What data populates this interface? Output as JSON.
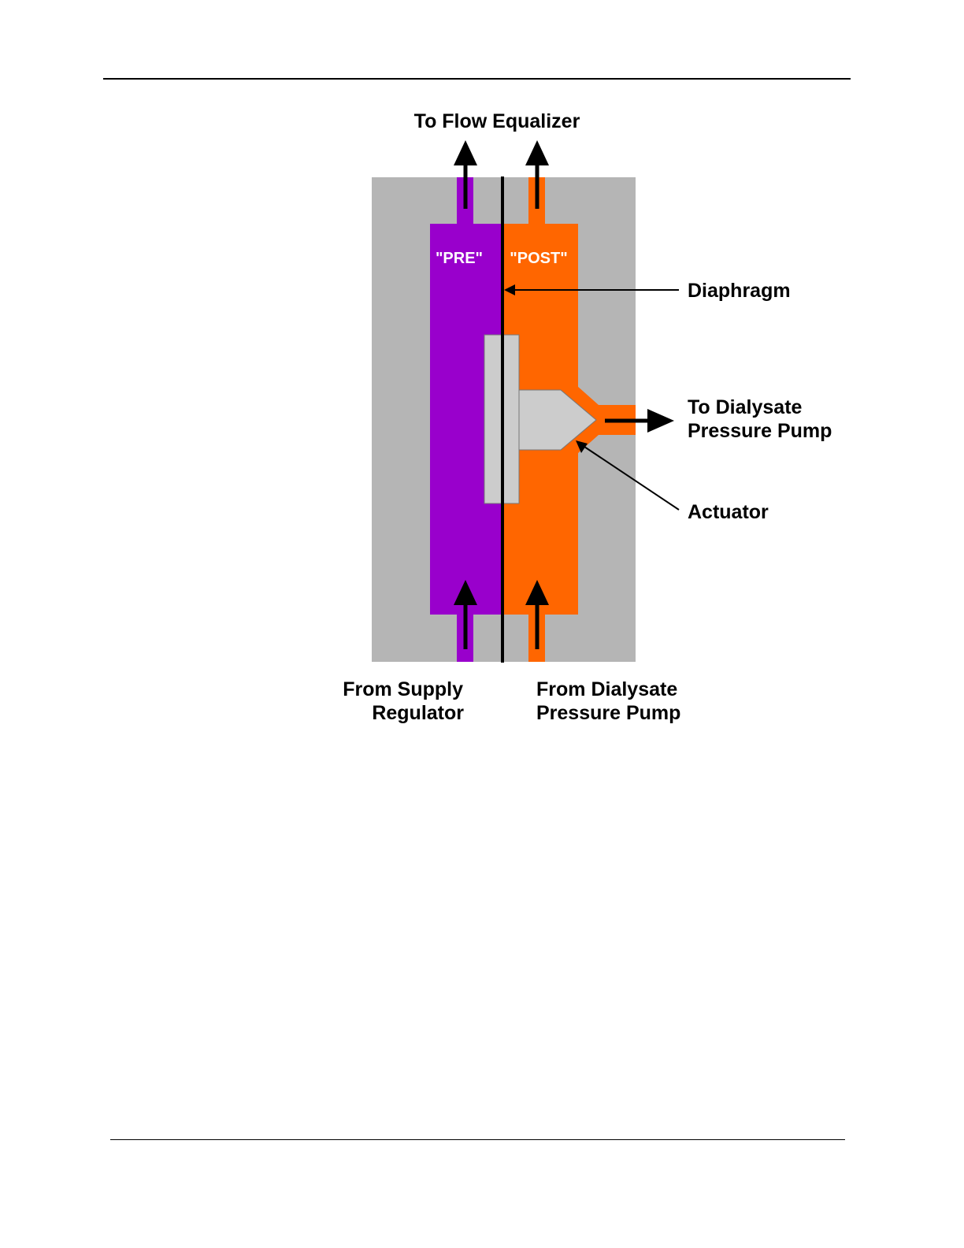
{
  "colors": {
    "housing": "#b5b5b5",
    "pre_chamber": "#9900cc",
    "post_chamber": "#ff6600",
    "actuator": "#cccccc",
    "line": "#000000",
    "chamber_label": "#ffffff"
  },
  "labels": {
    "top": "To Flow Equalizer",
    "pre": "\"PRE\"",
    "post": "\"POST\"",
    "diaphragm": "Diaphragm",
    "pump_out_line1": "To Dialysate",
    "pump_out_line2": "Pressure Pump",
    "actuator": "Actuator",
    "supply_line1": "From Supply",
    "supply_line2": "Regulator",
    "pump_in_line1": "From Dialysate",
    "pump_in_line2": "Pressure Pump"
  }
}
